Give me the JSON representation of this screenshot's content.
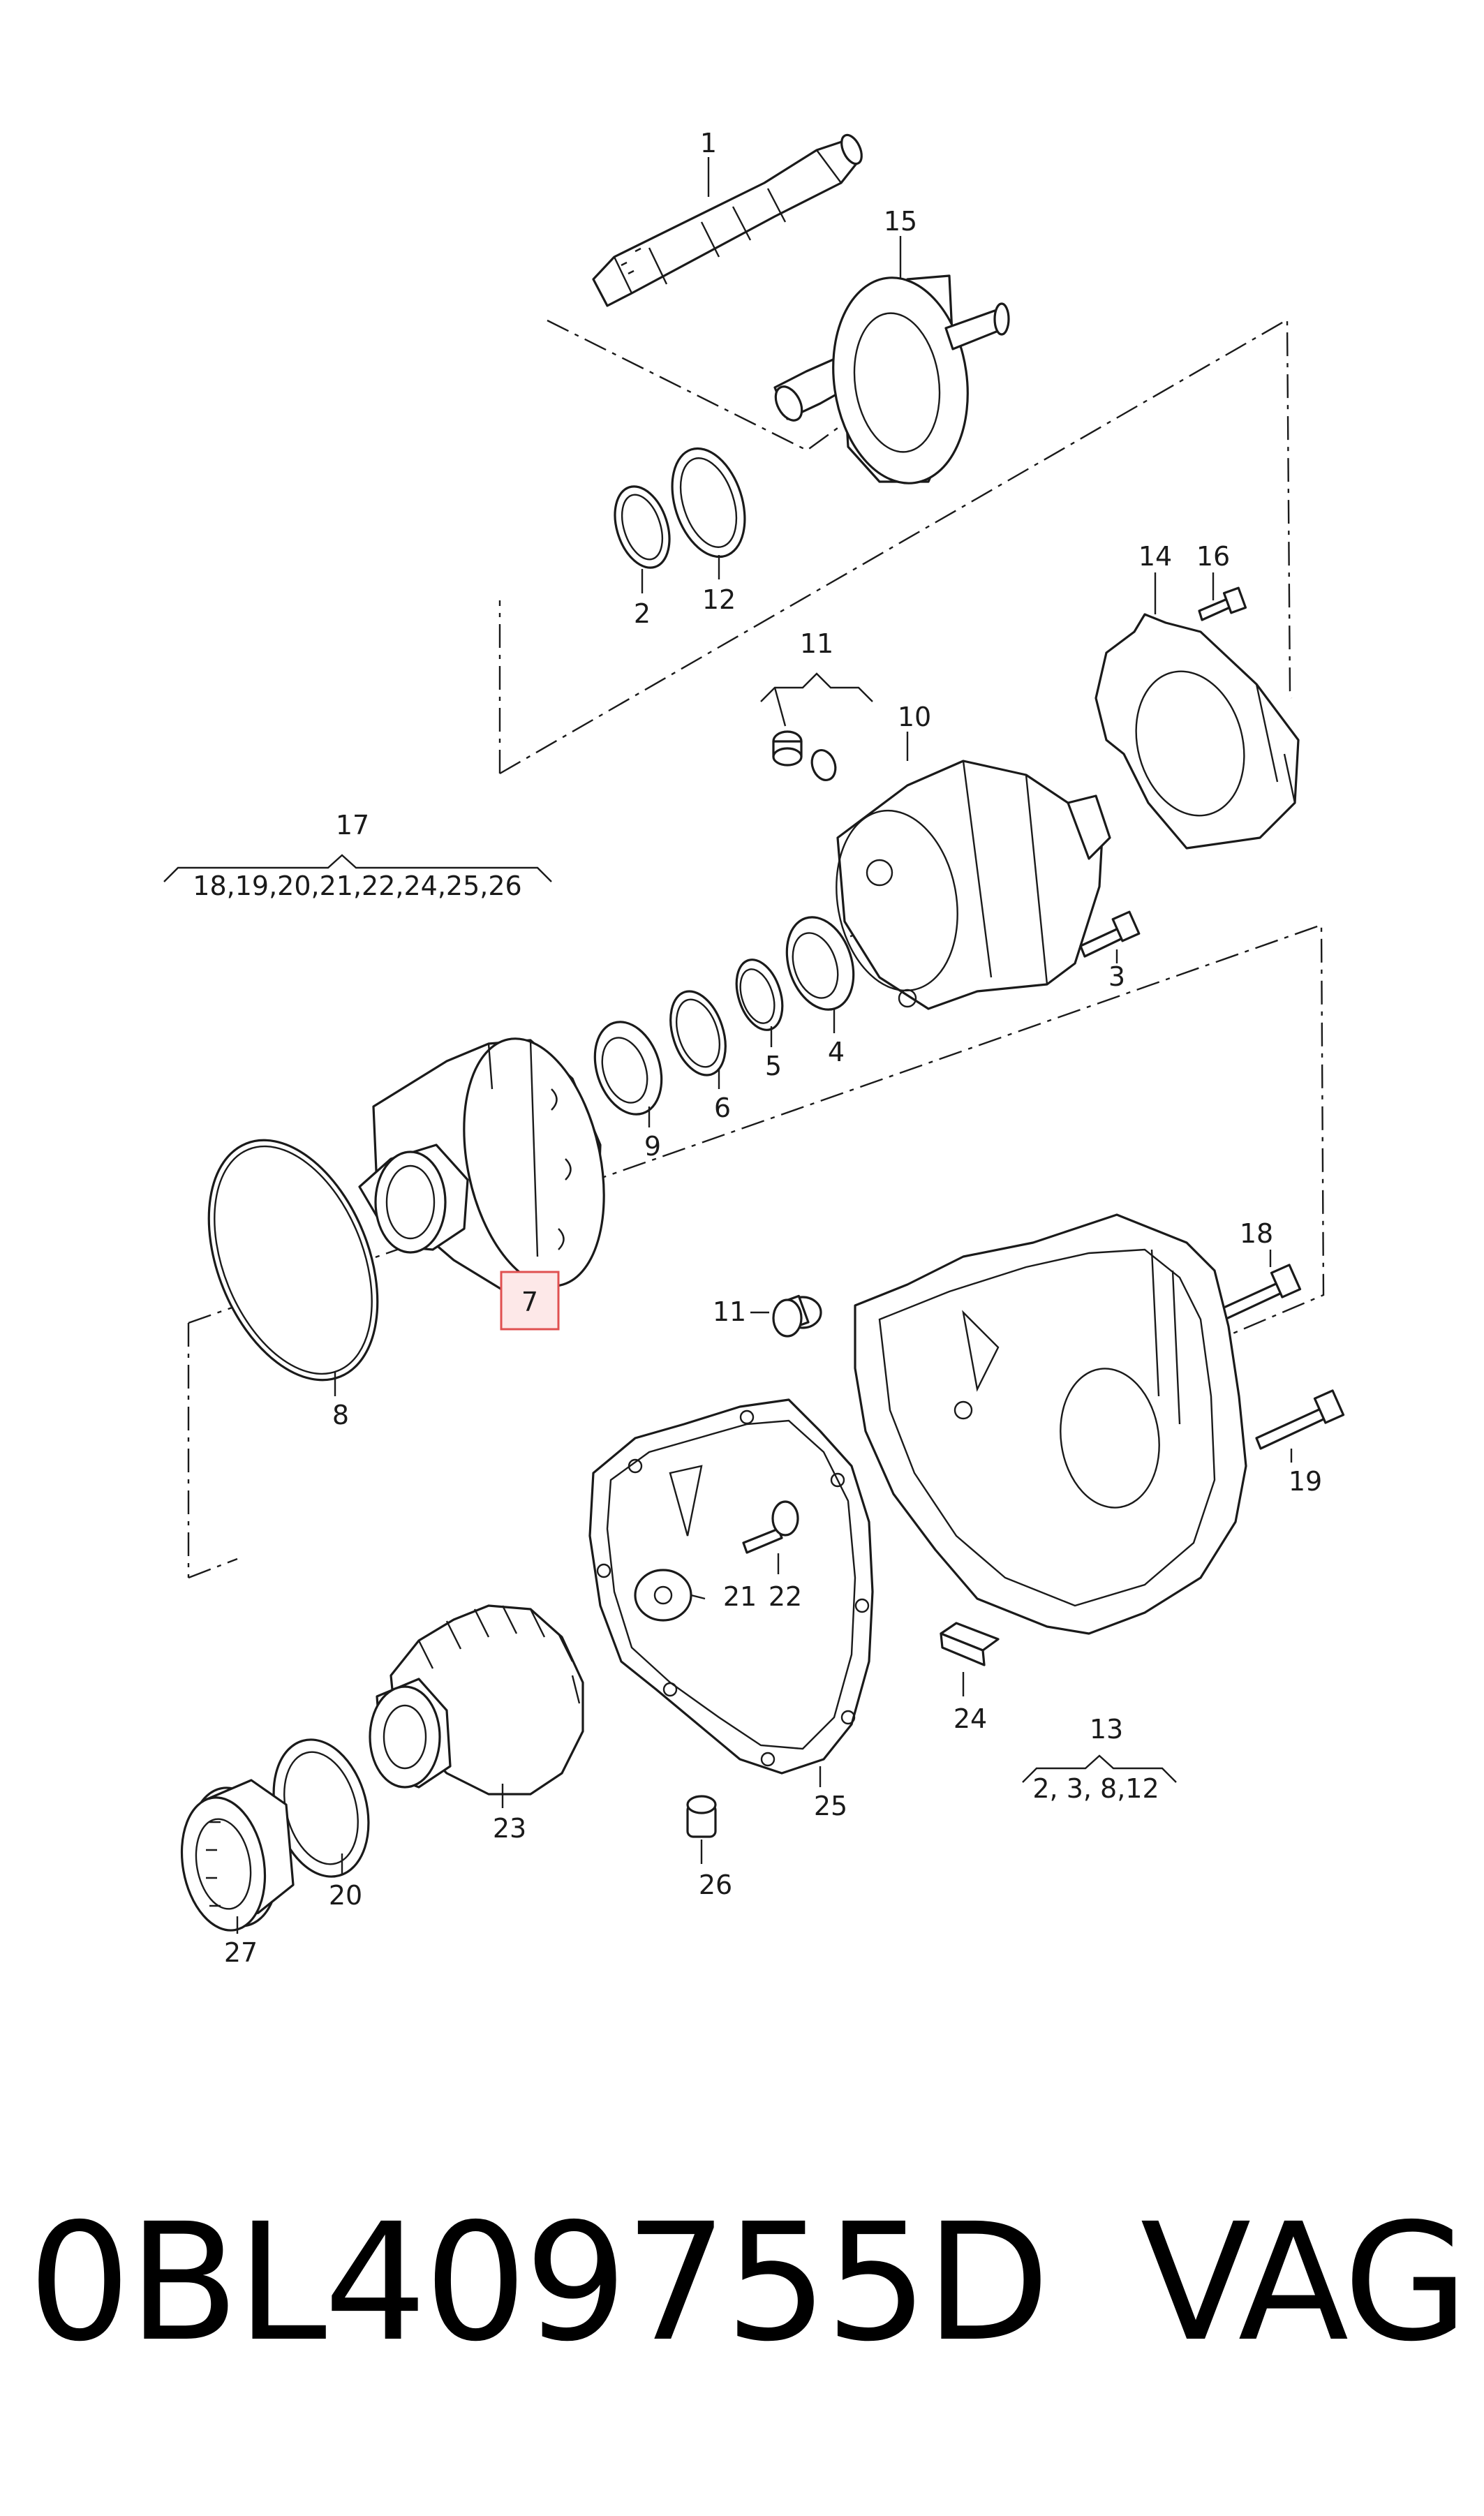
{
  "diagram": {
    "callouts": {
      "c1": "1",
      "c2": "2",
      "c3": "3",
      "c4": "4",
      "c5": "5",
      "c6": "6",
      "c7": "7",
      "c8": "8",
      "c9": "9",
      "c10": "10",
      "c11a": "11",
      "c11b": "11",
      "c12": "12",
      "c13": "13",
      "c14": "14",
      "c15": "15",
      "c16": "16",
      "c17": "17",
      "c18": "18",
      "c19": "19",
      "c20": "20",
      "c21": "21",
      "c22": "22",
      "c23": "23",
      "c24": "24",
      "c25": "25",
      "c26": "26",
      "c27": "27"
    },
    "groups": {
      "g17_members": "18,19,20,21,22,24,25,26",
      "g13_members": "2, 3, 8,12"
    },
    "highlighted_callout": "7",
    "highlight_color": "#e05050"
  },
  "footer": {
    "part_number": "0BL409755D",
    "brand": "VAG"
  }
}
